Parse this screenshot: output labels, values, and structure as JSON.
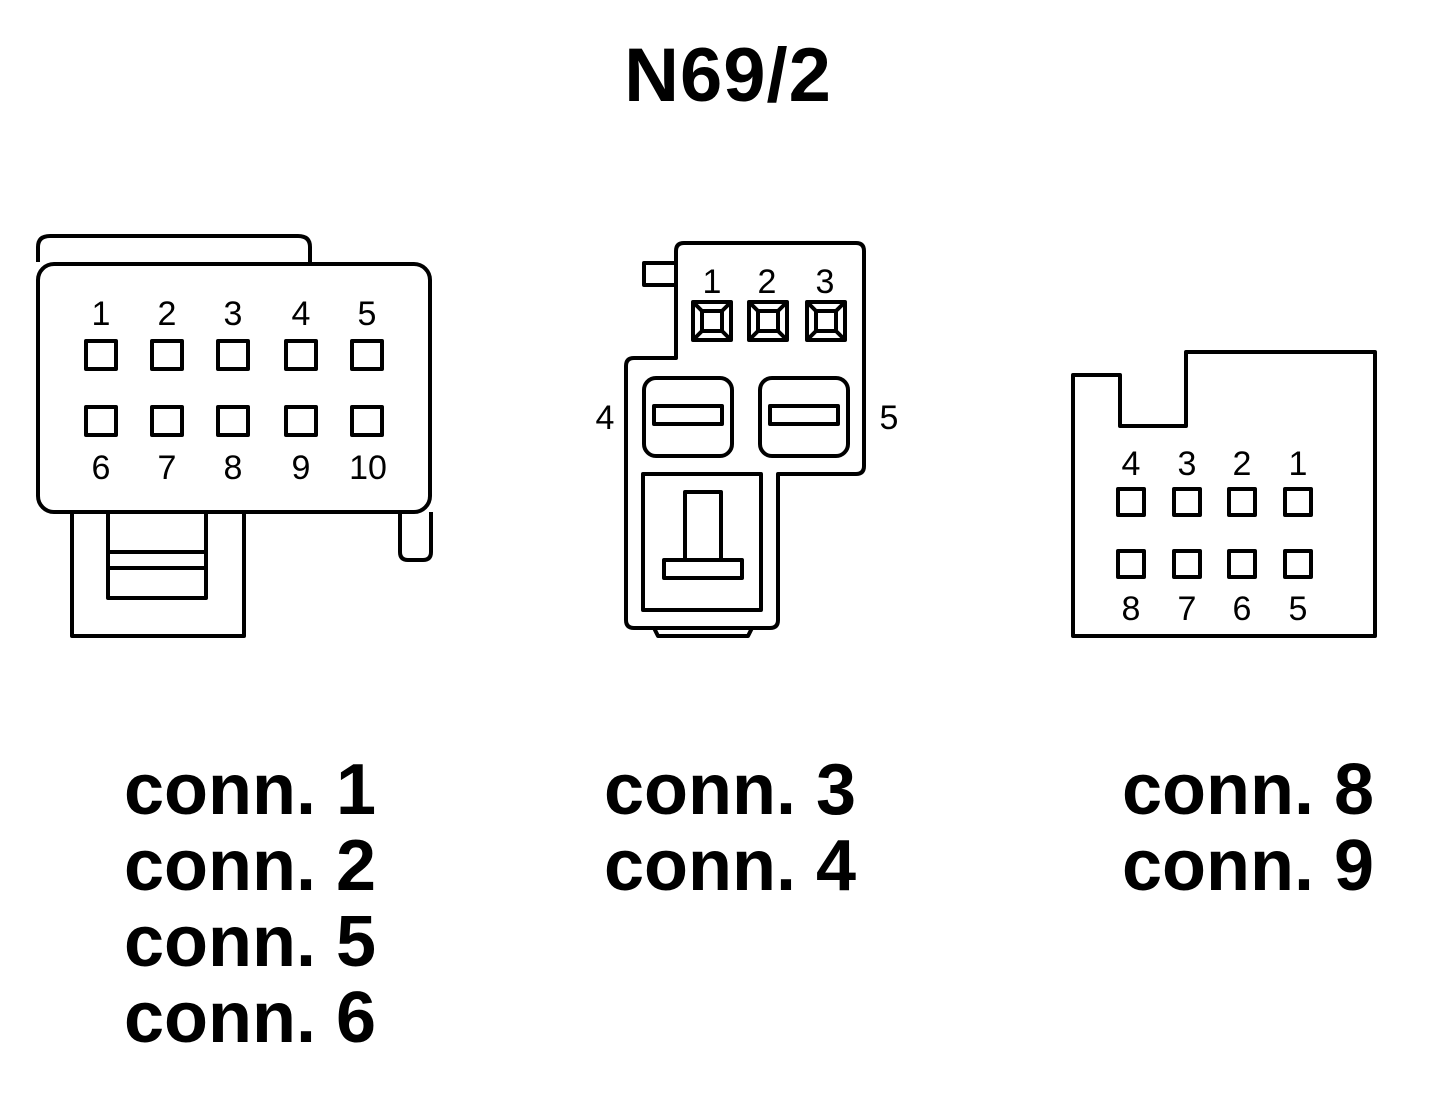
{
  "title": "N69/2",
  "connectors": [
    {
      "pins_top": [
        "1",
        "2",
        "3",
        "4",
        "5"
      ],
      "pins_bottom": [
        "6",
        "7",
        "8",
        "9",
        "10"
      ],
      "labels": [
        "conn. 1",
        "conn. 2",
        "conn. 5",
        "conn. 6"
      ]
    },
    {
      "pins_top": [
        "1",
        "2",
        "3"
      ],
      "pin_left": "4",
      "pin_right": "5",
      "labels": [
        "conn. 3",
        "conn. 4"
      ]
    },
    {
      "pins_top": [
        "4",
        "3",
        "2",
        "1"
      ],
      "pins_bottom": [
        "8",
        "7",
        "6",
        "5"
      ],
      "labels": [
        "conn. 8",
        "conn. 9"
      ]
    }
  ]
}
